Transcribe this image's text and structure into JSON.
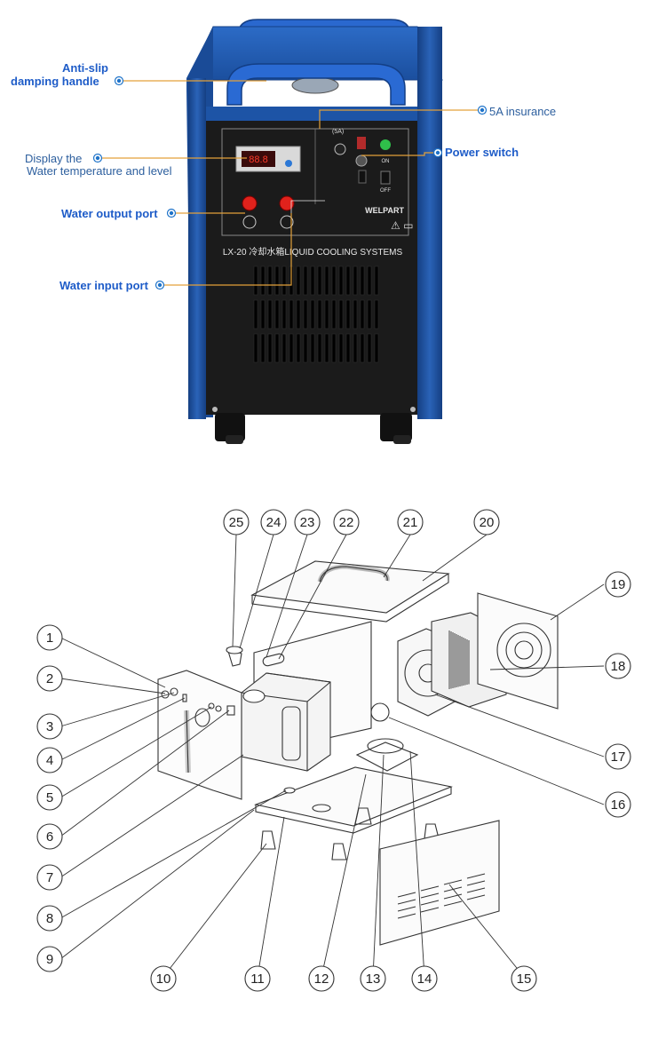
{
  "callouts": {
    "handle_line1": "Anti-slip",
    "handle_line2": "damping handle",
    "fuse": "5A insurance",
    "power_switch": "Power switch",
    "display_line1": "Display  the",
    "display_line2": "Water temperature and level",
    "water_output": "Water output port",
    "water_input": "Water input port"
  },
  "panel": {
    "brand": "WELPART",
    "model_title": "LX-20 冷却水箱LIQUID COOLING SYSTEMS",
    "fuse_mark": "(5A)",
    "switch_on": "ON",
    "switch_off": "OFF"
  },
  "parts": [
    "1",
    "2",
    "3",
    "4",
    "5",
    "6",
    "7",
    "8",
    "9",
    "10",
    "11",
    "12",
    "13",
    "14",
    "15",
    "16",
    "17",
    "18",
    "19",
    "20",
    "21",
    "22",
    "23",
    "24",
    "25"
  ],
  "colors": {
    "frame_blue": "#1c4f9c",
    "handle_blue": "#1f5fc4",
    "panel_black": "#1b1b1b",
    "callout_line": "#e3a13a",
    "callout_text": "#1e5cc8",
    "marker": "#1e73c9",
    "drawing_line": "#333333"
  }
}
